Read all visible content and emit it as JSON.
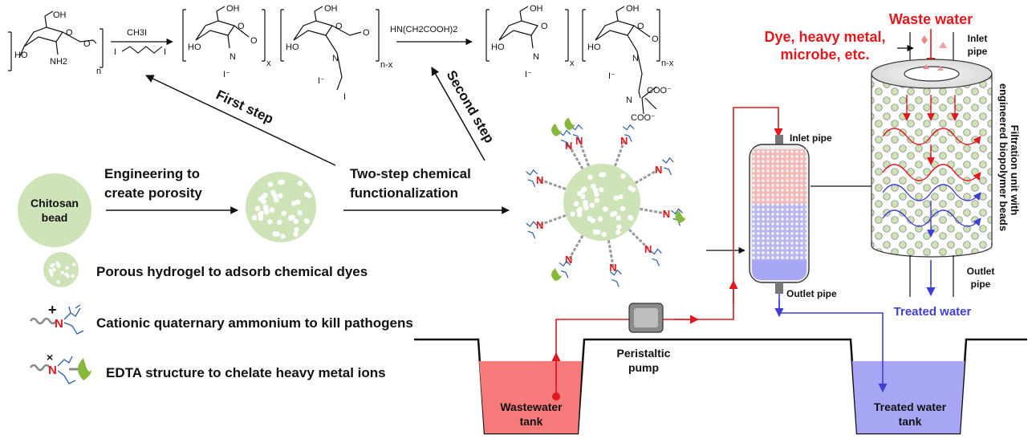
{
  "reaction": {
    "reagent1": "CH3I",
    "reagent2": "HN(CH2COOH)2",
    "step1_label": "First  step",
    "step2_label": "Second  step",
    "atom_ho": "HO",
    "atom_nh2": "NH2",
    "atom_oh": "OH",
    "atom_o": "O",
    "atom_n": "N",
    "atom_i": "I",
    "iodide": "I⁻",
    "sub_n": "n",
    "sub_x": "x",
    "sub_nx": "n-x",
    "coo": "COO⁻"
  },
  "process": {
    "bead_label": "Chitosan bead",
    "bead_label_line1": "Chitosan",
    "bead_label_line2": "bead",
    "porosity_line1": "Engineering to",
    "porosity_line2": "create porosity",
    "functionalization_line1": "Two-step chemical",
    "functionalization_line2": "functionalization"
  },
  "legend": {
    "item1": "Porous hydrogel to adsorb chemical dyes",
    "item2": "Cationic quaternary ammonium to kill pathogens",
    "item3": "EDTA structure to chelate heavy metal ions"
  },
  "column": {
    "inlet": "Inlet pipe",
    "outlet": "Outlet pipe"
  },
  "pump": {
    "line1": "Peristaltic",
    "line2": "pump"
  },
  "tanks": {
    "wastewater_line1": "Wastewater",
    "wastewater_line2": "tank",
    "treated_line1": "Treated water",
    "treated_line2": "tank"
  },
  "filtration_unit": {
    "waste_water": "Waste water",
    "contaminants_line1": "Dye, heavy metal,",
    "contaminants_line2": "microbe, etc.",
    "inlet_line1": "Inlet",
    "inlet_line2": "pipe",
    "outlet_line1": "Outlet",
    "outlet_line2": "pipe",
    "side_line1": "Filtration unit with",
    "side_line2": "engineered biopolymer beads",
    "treated_water": "Treated water"
  },
  "colors": {
    "red_flow": "#e0191e",
    "blue_flow": "#3f3fd6",
    "bead_green": "#cfe3b8",
    "wastewater": "#f77a7a",
    "treated": "#a6a6f5"
  }
}
